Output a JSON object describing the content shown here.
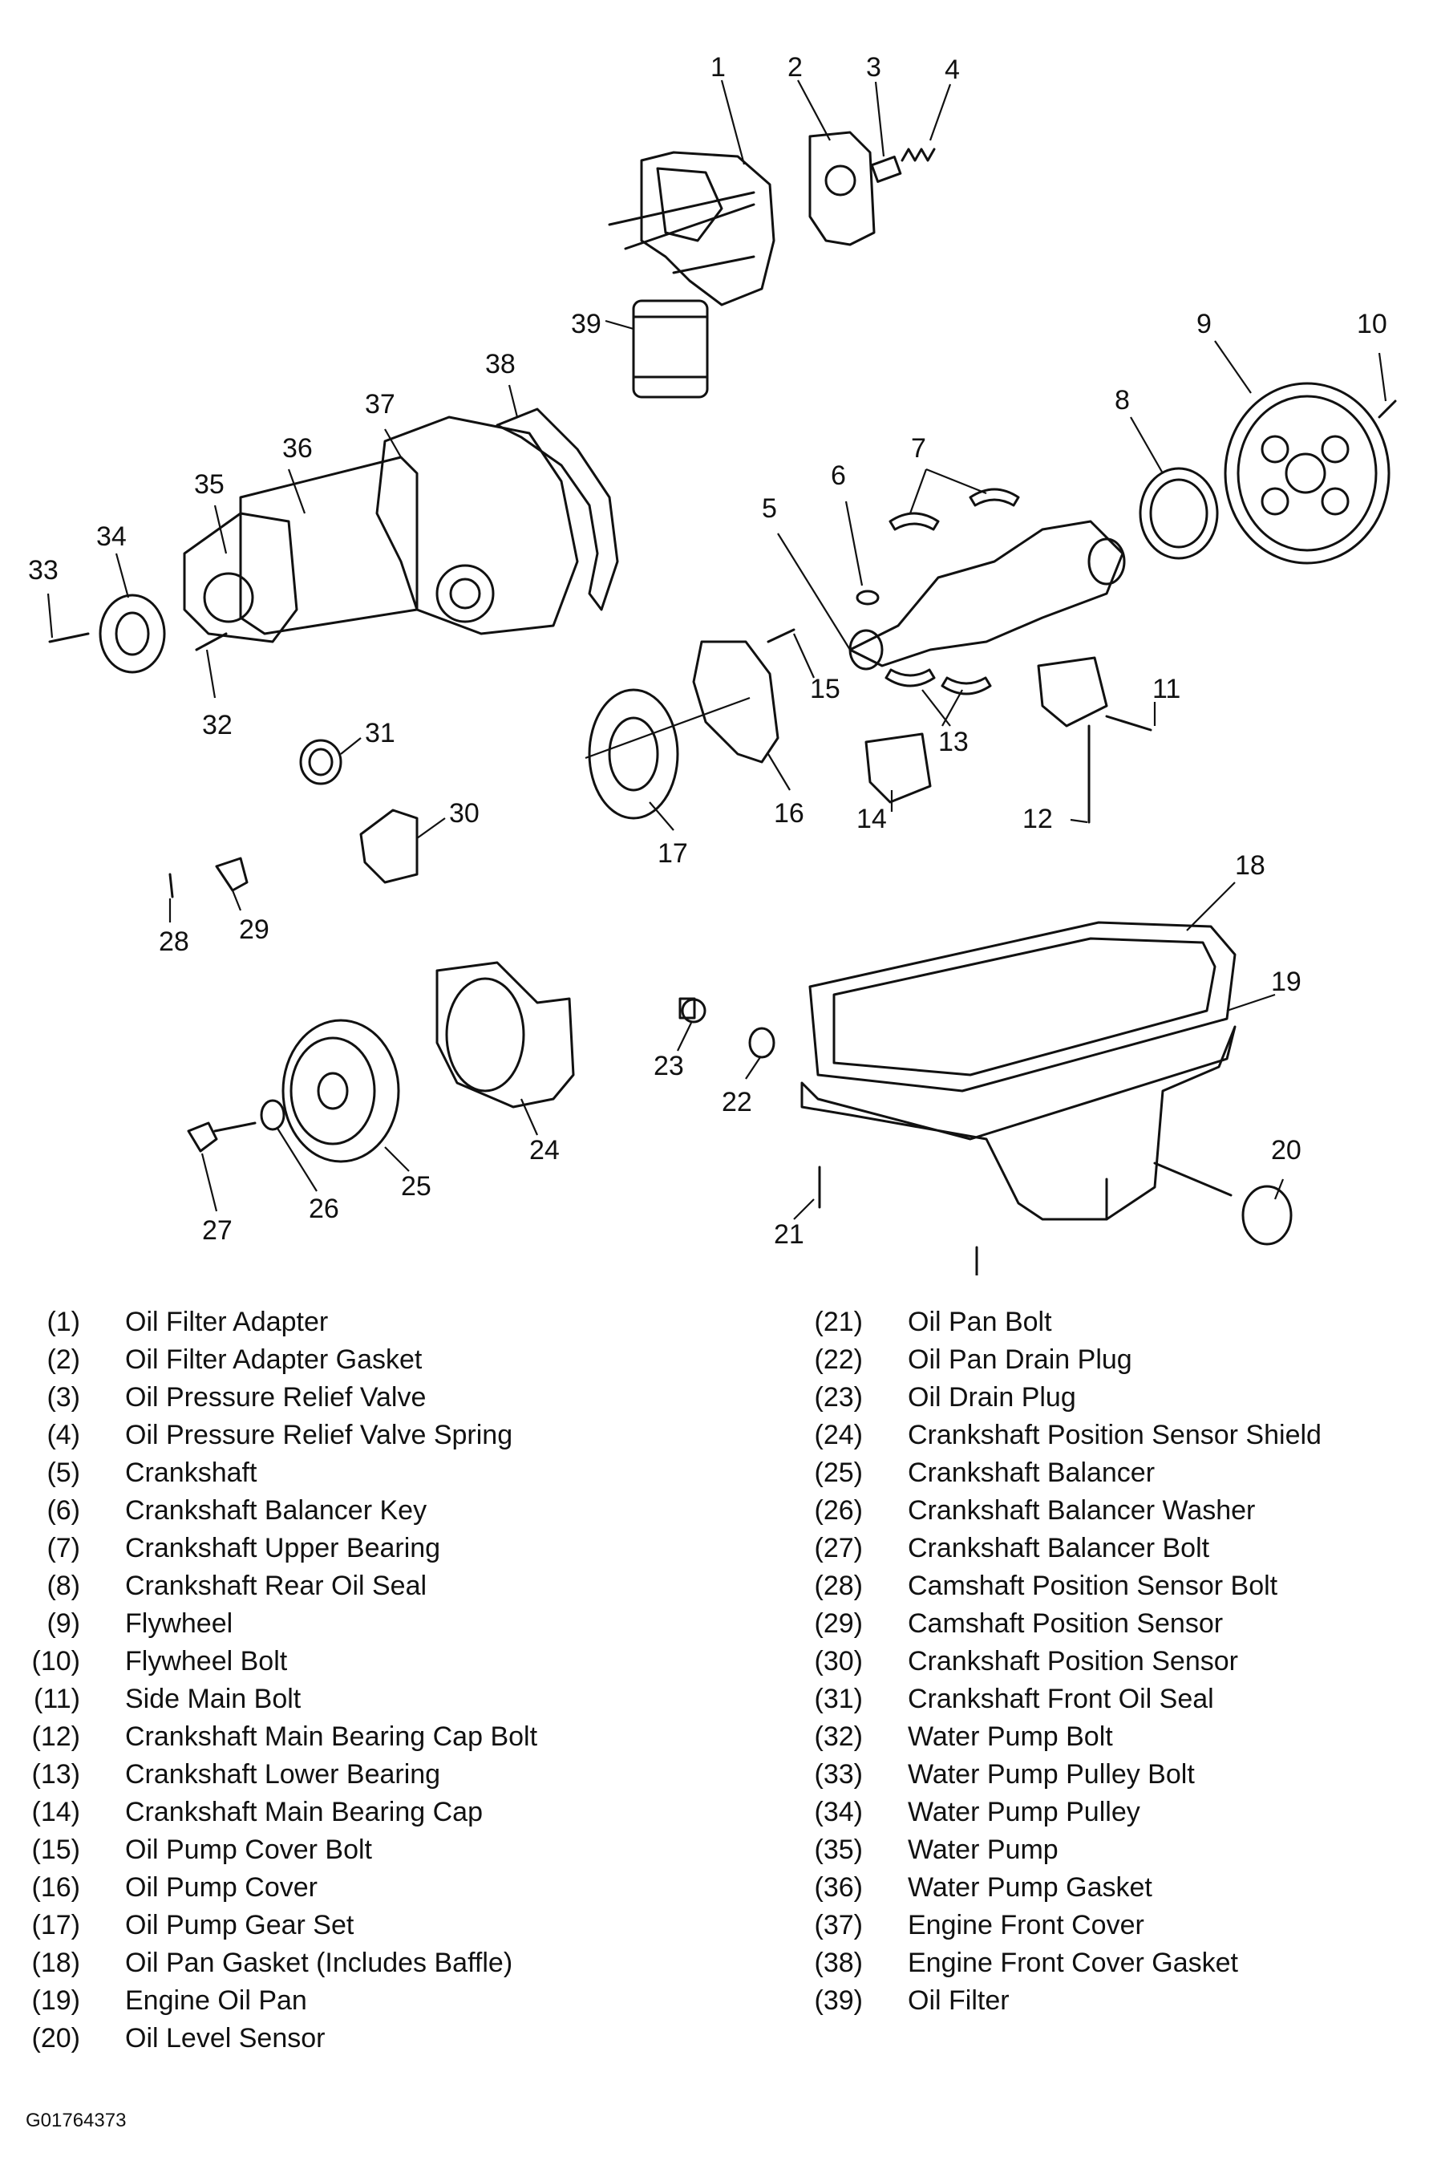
{
  "callouts": [
    "1",
    "2",
    "3",
    "4",
    "5",
    "6",
    "7",
    "8",
    "9",
    "10",
    "11",
    "12",
    "13",
    "14",
    "15",
    "16",
    "17",
    "18",
    "19",
    "20",
    "21",
    "22",
    "23",
    "24",
    "25",
    "26",
    "27",
    "28",
    "29",
    "30",
    "31",
    "32",
    "33",
    "34",
    "35",
    "36",
    "37",
    "38",
    "39"
  ],
  "legend": [
    {
      "num": "(1)",
      "name": "Oil Filter Adapter"
    },
    {
      "num": "(2)",
      "name": "Oil Filter Adapter Gasket"
    },
    {
      "num": "(3)",
      "name": "Oil Pressure Relief Valve"
    },
    {
      "num": "(4)",
      "name": "Oil Pressure Relief Valve Spring"
    },
    {
      "num": "(5)",
      "name": "Crankshaft"
    },
    {
      "num": "(6)",
      "name": "Crankshaft Balancer Key"
    },
    {
      "num": "(7)",
      "name": "Crankshaft Upper Bearing"
    },
    {
      "num": "(8)",
      "name": "Crankshaft Rear Oil Seal"
    },
    {
      "num": "(9)",
      "name": "Flywheel"
    },
    {
      "num": "(10)",
      "name": "Flywheel Bolt"
    },
    {
      "num": "(11)",
      "name": "Side Main Bolt"
    },
    {
      "num": "(12)",
      "name": "Crankshaft Main Bearing Cap Bolt"
    },
    {
      "num": "(13)",
      "name": "Crankshaft Lower Bearing"
    },
    {
      "num": "(14)",
      "name": "Crankshaft Main Bearing Cap"
    },
    {
      "num": "(15)",
      "name": "Oil Pump Cover Bolt"
    },
    {
      "num": "(16)",
      "name": "Oil Pump Cover"
    },
    {
      "num": "(17)",
      "name": "Oil Pump Gear Set"
    },
    {
      "num": "(18)",
      "name": "Oil Pan Gasket (Includes Baffle)"
    },
    {
      "num": "(19)",
      "name": "Engine Oil Pan"
    },
    {
      "num": "(20)",
      "name": "Oil Level Sensor"
    },
    {
      "num": "(21)",
      "name": "Oil Pan Bolt"
    },
    {
      "num": "(22)",
      "name": "Oil Pan Drain Plug"
    },
    {
      "num": "(23)",
      "name": "Oil Drain Plug"
    },
    {
      "num": "(24)",
      "name": "Crankshaft Position Sensor Shield"
    },
    {
      "num": "(25)",
      "name": "Crankshaft Balancer"
    },
    {
      "num": "(26)",
      "name": "Crankshaft Balancer Washer"
    },
    {
      "num": "(27)",
      "name": "Crankshaft Balancer Bolt"
    },
    {
      "num": "(28)",
      "name": "Camshaft Position Sensor Bolt"
    },
    {
      "num": "(29)",
      "name": "Camshaft Position Sensor"
    },
    {
      "num": "(30)",
      "name": "Crankshaft Position Sensor"
    },
    {
      "num": "(31)",
      "name": "Crankshaft Front Oil Seal"
    },
    {
      "num": "(32)",
      "name": "Water Pump Bolt"
    },
    {
      "num": "(33)",
      "name": "Water Pump Pulley Bolt"
    },
    {
      "num": "(34)",
      "name": "Water Pump Pulley"
    },
    {
      "num": "(35)",
      "name": "Water Pump"
    },
    {
      "num": "(36)",
      "name": "Water Pump Gasket"
    },
    {
      "num": "(37)",
      "name": "Engine Front Cover"
    },
    {
      "num": "(38)",
      "name": "Engine Front Cover Gasket"
    },
    {
      "num": "(39)",
      "name": "Oil Filter"
    }
  ],
  "figure_id": "G01764373"
}
